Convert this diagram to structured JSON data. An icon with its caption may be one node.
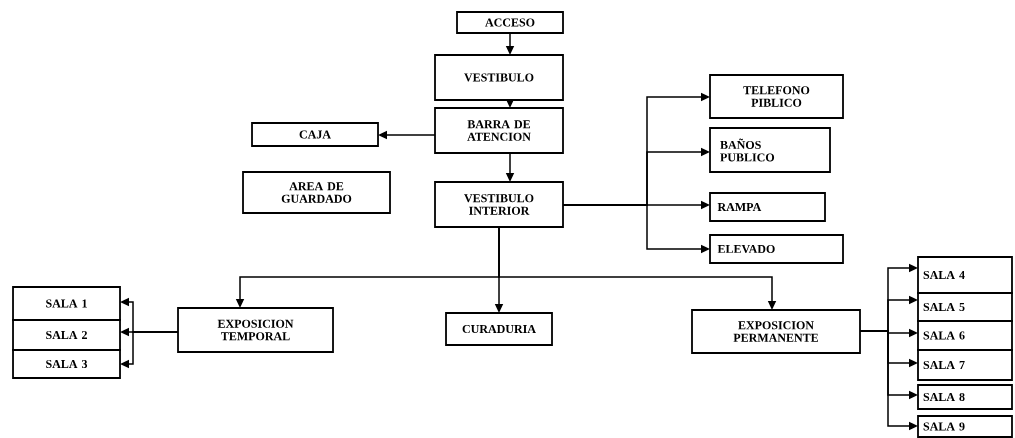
{
  "diagram": {
    "nodes": [
      {
        "text": [
          "ACCESO"
        ]
      },
      {
        "text": [
          "VESTIBULO"
        ]
      },
      {
        "text": [
          "BARRA DE ATENCION"
        ]
      },
      {
        "text": [
          "CAJA"
        ]
      },
      {
        "text": [
          "AREA DE GUARDADO"
        ]
      },
      {
        "text": [
          "VESTIBULO INTERIOR"
        ]
      },
      {
        "text": [
          "TELEFONO PIBLICO"
        ]
      },
      {
        "text": [
          "BAÑOS PUBLICO"
        ]
      },
      {
        "text": [
          "RAMPA"
        ]
      },
      {
        "text": [
          "ELEVADO"
        ]
      },
      {
        "text": [
          "SALA 1"
        ]
      },
      {
        "text": [
          "SALA 2"
        ]
      },
      {
        "text": [
          "SALA 3"
        ]
      },
      {
        "text": [
          "EXPOSICION TEMPORAL"
        ]
      },
      {
        "text": [
          "CURADURIA"
        ]
      },
      {
        "text": [
          "EXPOSICION PERMANENTE"
        ]
      },
      {
        "text": [
          "SALA 4"
        ]
      },
      {
        "text": [
          "SALA 5"
        ]
      },
      {
        "text": [
          "SALA 6"
        ]
      },
      {
        "text": [
          "SALA 7"
        ]
      },
      {
        "text": [
          "SALA 8"
        ]
      },
      {
        "text": [
          "SALA 9"
        ]
      }
    ],
    "edges": [
      {
        "from": 0,
        "to": 1,
        "arrow": "to"
      },
      {
        "from": 1,
        "to": 2,
        "arrow": "to"
      },
      {
        "from": 2,
        "to": 3,
        "arrow": "to"
      },
      {
        "from": 2,
        "to": 5,
        "arrow": "to"
      },
      {
        "from": 5,
        "to": 6,
        "arrow": "to"
      },
      {
        "from": 5,
        "to": 7,
        "arrow": "to"
      },
      {
        "from": 5,
        "to": 8,
        "arrow": "to"
      },
      {
        "from": 5,
        "to": 9,
        "arrow": "to"
      },
      {
        "from": 5,
        "to": 13,
        "arrow": "to"
      },
      {
        "from": 5,
        "to": 14,
        "arrow": "to"
      },
      {
        "from": 5,
        "to": 15,
        "arrow": "to"
      },
      {
        "from": 13,
        "to": 10,
        "arrow": "to"
      },
      {
        "from": 13,
        "to": 11,
        "arrow": "to"
      },
      {
        "from": 13,
        "to": 12,
        "arrow": "to"
      },
      {
        "from": 15,
        "to": 16,
        "arrow": "to"
      },
      {
        "from": 15,
        "to": 17,
        "arrow": "to"
      },
      {
        "from": 15,
        "to": 18,
        "arrow": "to"
      },
      {
        "from": 15,
        "to": 19,
        "arrow": "to"
      },
      {
        "from": 15,
        "to": 20,
        "arrow": "to"
      },
      {
        "from": 15,
        "to": 21,
        "arrow": "to"
      }
    ]
  }
}
